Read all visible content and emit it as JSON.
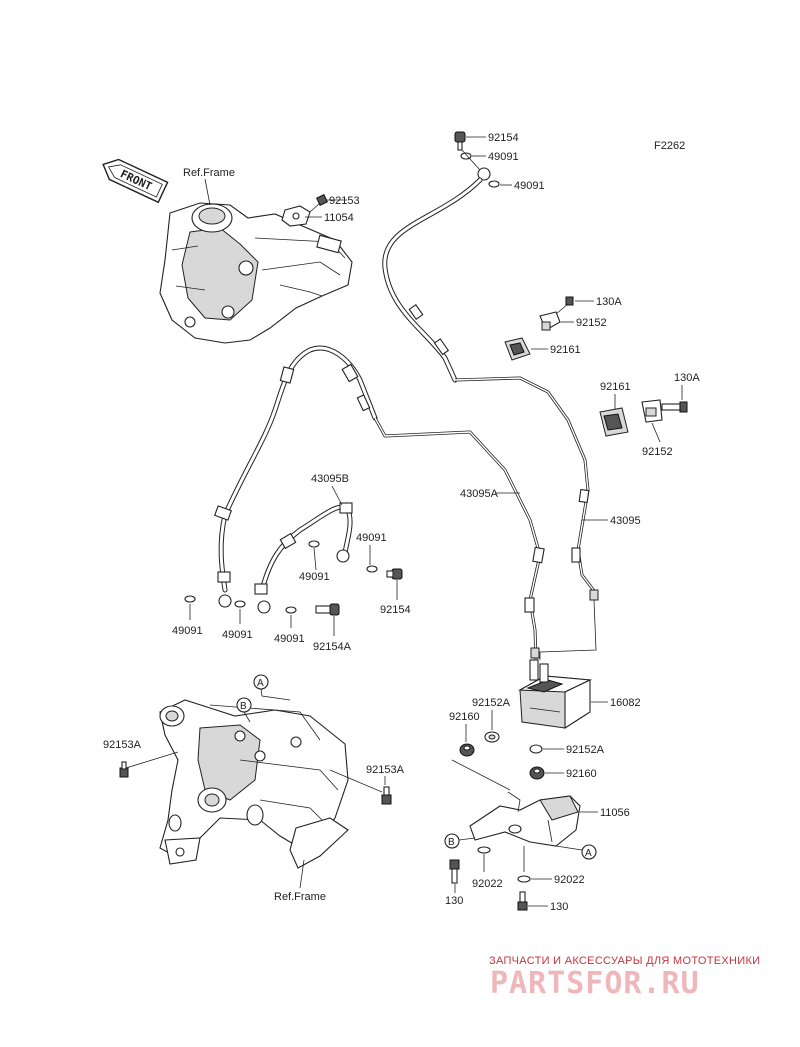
{
  "figure_code": "F2262",
  "front_indicator": "FRONT",
  "ref_frame_top": "Ref.Frame",
  "ref_frame_bottom": "Ref.Frame",
  "callouts": {
    "p92154_top": "92154",
    "p49091_top1": "49091",
    "p49091_top2": "49091",
    "p92153": "92153",
    "p11054": "11054",
    "p130A_1": "130A",
    "p92152_1": "92152",
    "p92161_1": "92161",
    "p92161_2": "92161",
    "p130A_2": "130A",
    "p92152_2": "92152",
    "p43095B": "43095B",
    "p43095A": "43095A",
    "p43095": "43095",
    "p49091_mid1": "49091",
    "p49091_mid2": "49091",
    "p92154_mid": "92154",
    "p49091_bl1": "49091",
    "p49091_bl2": "49091",
    "p49091_bl3": "49091",
    "p92154A": "92154A",
    "p92152A_1": "92152A",
    "p16082": "16082",
    "p92160_1": "92160",
    "p92152A_2": "92152A",
    "p92160_2": "92160",
    "p11056": "11056",
    "p92022_1": "92022",
    "p92022_2": "92022",
    "p130_1": "130",
    "p130_2": "130",
    "p92153A_1": "92153A",
    "p92153A_2": "92153A"
  },
  "ref_markers": {
    "a_top": "A",
    "b_top": "B",
    "b_bottom": "B",
    "a_bottom": "A"
  },
  "watermark": {
    "caption": "ЗАПЧАСТИ И АКСЕССУАРЫ ДЛЯ МОТОТЕХНИКИ",
    "brand": "PARTSFOR.RU"
  }
}
